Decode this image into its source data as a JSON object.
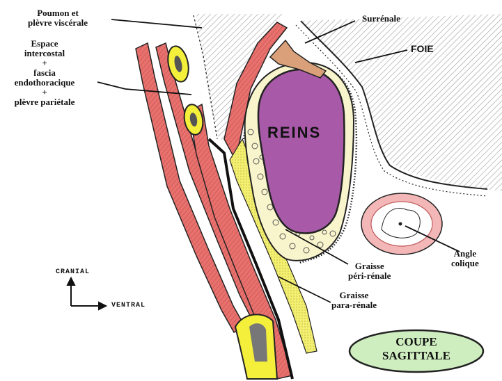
{
  "labels": {
    "poumon": [
      "Poumon et",
      "plèvre viscérale"
    ],
    "espace": [
      "Espace",
      "intercostal",
      "+",
      "fascia",
      "endothoracique",
      "+",
      "plèvre pariétale"
    ],
    "surrenale": "Surrénale",
    "foie": "FOIE",
    "reins": "REINS",
    "angle": [
      "Angle",
      "colique"
    ],
    "graisse_peri": [
      "Graisse",
      "péri-rénale"
    ],
    "graisse_para": [
      "Graisse",
      "para-rénale"
    ],
    "coupe": [
      "COUPE",
      "SAGITTALE"
    ]
  },
  "orientation": {
    "cranial": "CRANIAL",
    "ventral": "VENTRAL"
  },
  "colors": {
    "muscle": "#e8716e",
    "kidney": "#a85aa8",
    "yellow_fat": "#f3ef70",
    "peri_fat": "#f8f4cc",
    "adrenal": "#d9a07a",
    "colon": "#f3b7b7",
    "badge": "#cfeec0"
  }
}
